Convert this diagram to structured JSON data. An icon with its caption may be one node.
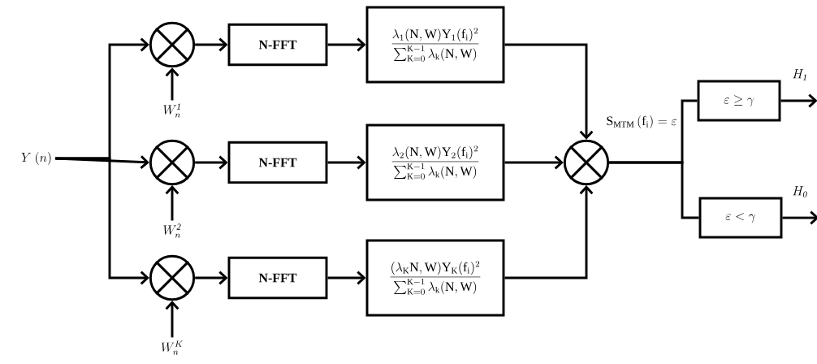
{
  "diagram": {
    "nodes": [
      {
        "text": [
          "Y\\ (n)"
        ]
      },
      {
        "text": [],
        "shape": "circle"
      },
      {
        "text": [],
        "shape": "circle"
      },
      {
        "text": [],
        "shape": "circle"
      },
      {
        "text": [
          "W_n^{\\mathit{1}}"
        ]
      },
      {
        "text": [
          "W_n^{\\mathit{2}}"
        ]
      },
      {
        "text": [
          "W_n^{K}"
        ]
      },
      {
        "text": [
          "N-FFT"
        ]
      },
      {
        "text": [
          "N-FFT"
        ]
      },
      {
        "text": [
          "N-FFT"
        ]
      },
      {
        "text": [
          "\\frac{\\lambda_1(\\mathrm{N,W})\\mathrm{Y}_1(\\mathrm{f_i})^2}{\\sum_{\\mathrm{K}=0}^{\\mathrm{K}-1}\\lambda_\\mathrm{k}(\\mathrm{N,W})}"
        ]
      },
      {
        "text": [
          "\\frac{\\lambda_2(\\mathrm{N,W})\\mathrm{Y}_2(\\mathrm{f_i})^2}{\\sum_{\\mathrm{K}=0}^{\\mathrm{K}-1}\\lambda_\\mathrm{k}(\\mathrm{N,W})}"
        ]
      },
      {
        "text": [
          "\\frac{(\\lambda_\\mathrm{K}\\mathrm{N,W})\\mathrm{Y}_\\mathrm{K}(\\mathrm{f_i})^2}{\\sum_{\\mathrm{K}=0}^{\\mathrm{K}-1}\\lambda_\\mathrm{k}(\\mathrm{N,W})}"
        ]
      },
      {
        "text": [],
        "shape": "circle"
      },
      {
        "text": [
          "\\varepsilon\\geq\\gamma"
        ]
      },
      {
        "text": [
          "\\varepsilon<\\gamma"
        ]
      }
    ],
    "edges": [
      {
        "from": 0,
        "to": 1,
        "arrow": "to"
      },
      {
        "from": 0,
        "to": 2,
        "arrow": "to"
      },
      {
        "from": 0,
        "to": 3,
        "arrow": "to"
      },
      {
        "from": 4,
        "to": 1,
        "arrow": "to"
      },
      {
        "from": 5,
        "to": 2,
        "arrow": "to"
      },
      {
        "from": 6,
        "to": 3,
        "arrow": "to"
      },
      {
        "from": 1,
        "to": 7,
        "arrow": "to"
      },
      {
        "from": 2,
        "to": 8,
        "arrow": "to"
      },
      {
        "from": 3,
        "to": 9,
        "arrow": "to"
      },
      {
        "from": 7,
        "to": 10,
        "arrow": "to"
      },
      {
        "from": 8,
        "to": 11,
        "arrow": "to"
      },
      {
        "from": 9,
        "to": 12,
        "arrow": "to"
      },
      {
        "from": 10,
        "to": 13,
        "arrow": "to"
      },
      {
        "from": 11,
        "to": 13,
        "arrow": "to"
      },
      {
        "from": 12,
        "to": 13,
        "arrow": "to"
      },
      {
        "from": 13,
        "to": 14,
        "arrow": "none",
        "label": "\\mathrm{S_{MTM}}\\,(\\mathrm{f_i}) = \\varepsilon"
      },
      {
        "from": 13,
        "to": 15,
        "arrow": "none"
      },
      {
        "from": 14,
        "to": null,
        "arrow": "to"
      },
      {
        "from": 15,
        "to": null,
        "arrow": "to"
      }
    ],
    "labels": [
      "H_\\mathit{1}",
      "H_\\mathit{0}"
    ]
  }
}
